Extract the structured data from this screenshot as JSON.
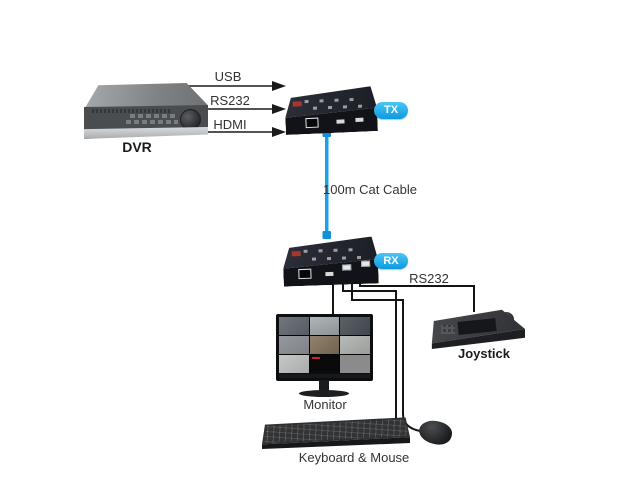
{
  "diagram": {
    "devices": {
      "dvr": {
        "label": "DVR"
      },
      "tx_unit": {
        "badge": "TX"
      },
      "rx_unit": {
        "badge": "RX"
      },
      "monitor": {
        "label": "Monitor"
      },
      "keyboard_mouse": {
        "label": "Keyboard & Mouse"
      },
      "joystick": {
        "label": "Joystick"
      }
    },
    "connections": {
      "usb": {
        "label": "USB"
      },
      "rs232_tx": {
        "label": "RS232"
      },
      "hdmi": {
        "label": "HDMI"
      },
      "cat_cable": {
        "label": "100m Cat Cable"
      },
      "rs232_joystick": {
        "label": "RS232"
      }
    },
    "colors": {
      "cable_blue": "#19a2ec",
      "cable_blue_dark": "#1190d9",
      "badge_blue": "#2ab0ee",
      "wire_black": "#151515",
      "label_text": "#333333",
      "background": "#ffffff"
    }
  }
}
